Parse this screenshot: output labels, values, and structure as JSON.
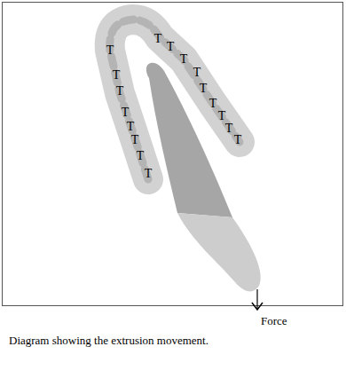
{
  "diagram": {
    "caption": "Diagram showing the extrusion movement.",
    "labels": [
      "T",
      "T",
      "T",
      "T",
      "T",
      "T",
      "T",
      "T",
      "T",
      "T",
      "T",
      "T",
      "T",
      "T",
      "T",
      "T",
      "T",
      "Force"
    ]
  }
}
